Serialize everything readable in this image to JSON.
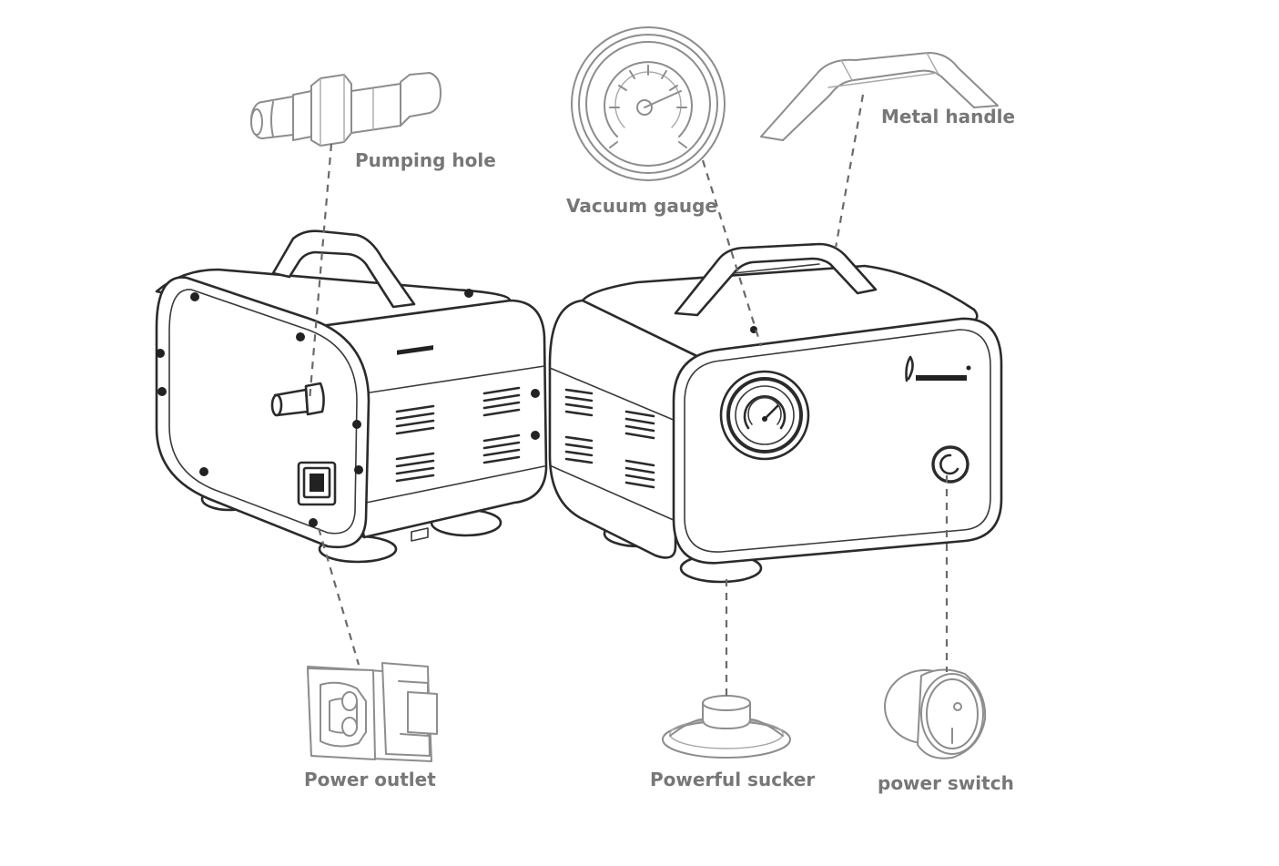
{
  "labels": {
    "pumping_hole": "Pumping hole",
    "vacuum_gauge": "Vacuum gauge",
    "metal_handle": "Metal handle",
    "power_outlet": "Power outlet",
    "powerful_sucker": "Powerful sucker",
    "power_switch": "power switch"
  },
  "colors": {
    "label_text": "#777777",
    "line_art": "#2b2b2b",
    "part_art": "#8d8d8d",
    "background": "#ffffff"
  }
}
